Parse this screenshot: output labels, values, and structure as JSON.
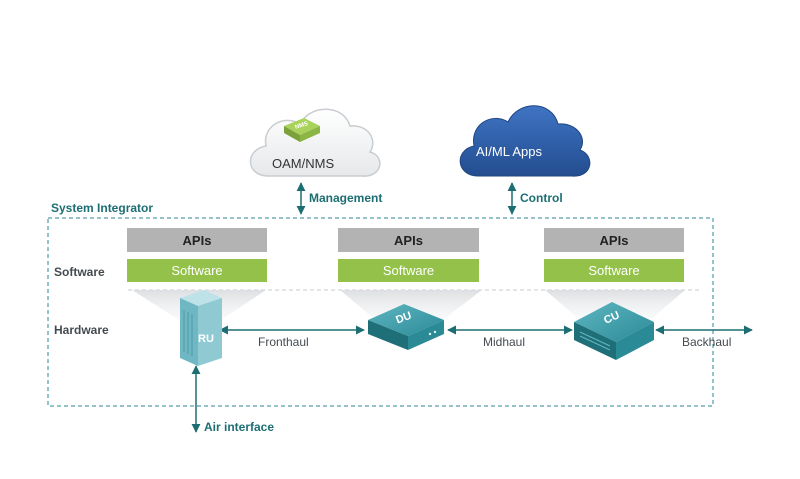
{
  "clouds": {
    "oam": {
      "label": "OAM/NMS",
      "icon_text": "NMS"
    },
    "aiml": {
      "label": "AI/ML Apps"
    }
  },
  "links": {
    "management": "Management",
    "control": "Control",
    "fronthaul": "Fronthaul",
    "midhaul": "Midhaul",
    "backhaul": "Backhaul",
    "air_interface": "Air interface"
  },
  "layers": {
    "integrator": "System Integrator",
    "software": "Software",
    "hardware": "Hardware"
  },
  "stacks": [
    {
      "api": "APIs",
      "software": "Software"
    },
    {
      "api": "APIs",
      "software": "Software"
    },
    {
      "api": "APIs",
      "software": "Software"
    }
  ],
  "devices": {
    "ru": "RU",
    "du": "DU",
    "cu": "CU"
  },
  "colors": {
    "teal": "#1d6e73",
    "green": "#93c14a",
    "api_gray": "#b3b3b3",
    "cloud_blue": "#2c5aa0",
    "device_teal": "#2a8a96"
  }
}
